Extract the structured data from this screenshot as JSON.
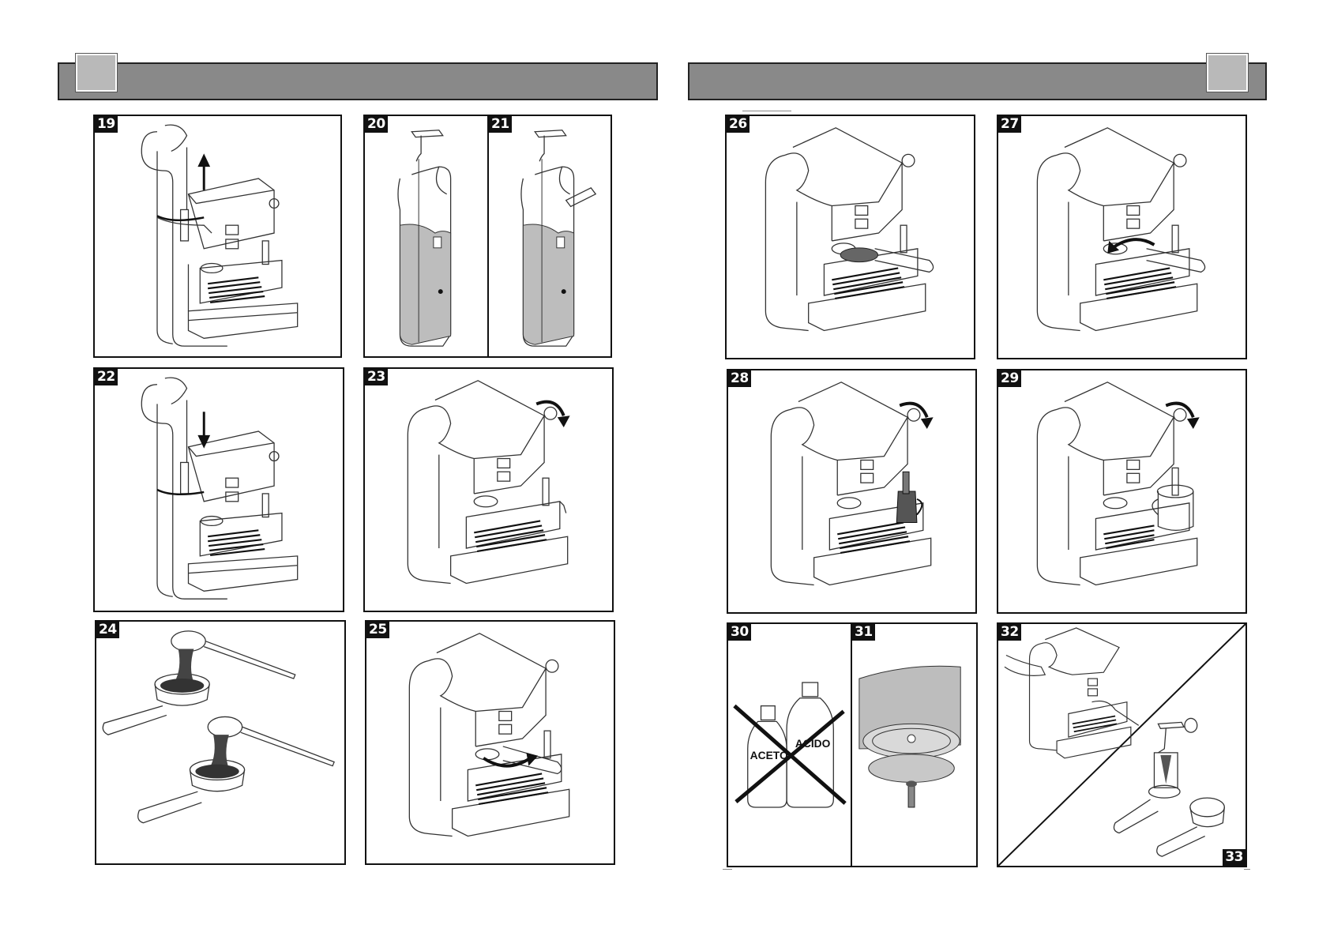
{
  "left_page": {
    "header": {
      "color": "#898989",
      "square_color": "#b9b9b9"
    },
    "figures": [
      {
        "id": "fig19",
        "number": "19",
        "icon": "espresso-machine-tank-lift-up-icon"
      },
      {
        "id": "fig20",
        "number": "20",
        "icon": "water-tank-filling-icon"
      },
      {
        "id": "fig21",
        "number": "21",
        "icon": "water-tank-filling-max-level-icon"
      },
      {
        "id": "fig22",
        "number": "22",
        "icon": "espresso-machine-tank-insert-down-icon"
      },
      {
        "id": "fig23",
        "number": "23",
        "icon": "espresso-machine-knob-turn-icon"
      },
      {
        "id": "fig24",
        "number": "24",
        "icon": "filter-holder-coffee-scoop-icon"
      },
      {
        "id": "fig25",
        "number": "25",
        "icon": "espresso-machine-filter-holder-insert-icon"
      }
    ]
  },
  "right_page": {
    "header": {
      "color": "#898989",
      "square_color": "#b9b9b9"
    },
    "figures": [
      {
        "id": "fig26",
        "number": "26",
        "icon": "espresso-machine-filter-holder-icon"
      },
      {
        "id": "fig27",
        "number": "27",
        "icon": "espresso-machine-filter-holder-lock-icon"
      },
      {
        "id": "fig28",
        "number": "28",
        "icon": "espresso-machine-brewing-cup-icon"
      },
      {
        "id": "fig29",
        "number": "29",
        "icon": "espresso-machine-steam-milk-jug-icon"
      },
      {
        "id": "fig30",
        "number": "30",
        "icon": "no-vinegar-acid-bottles-icon",
        "bottle_labels": [
          "ACETO",
          "ACIDO"
        ]
      },
      {
        "id": "fig31",
        "number": "31",
        "icon": "shower-screen-disc-screw-icon"
      },
      {
        "id": "fig32",
        "number": "32",
        "icon": "espresso-machine-cleaning-hands-icon"
      },
      {
        "id": "fig33",
        "number": "33",
        "icon": "steam-wand-filter-holders-icon"
      }
    ]
  }
}
